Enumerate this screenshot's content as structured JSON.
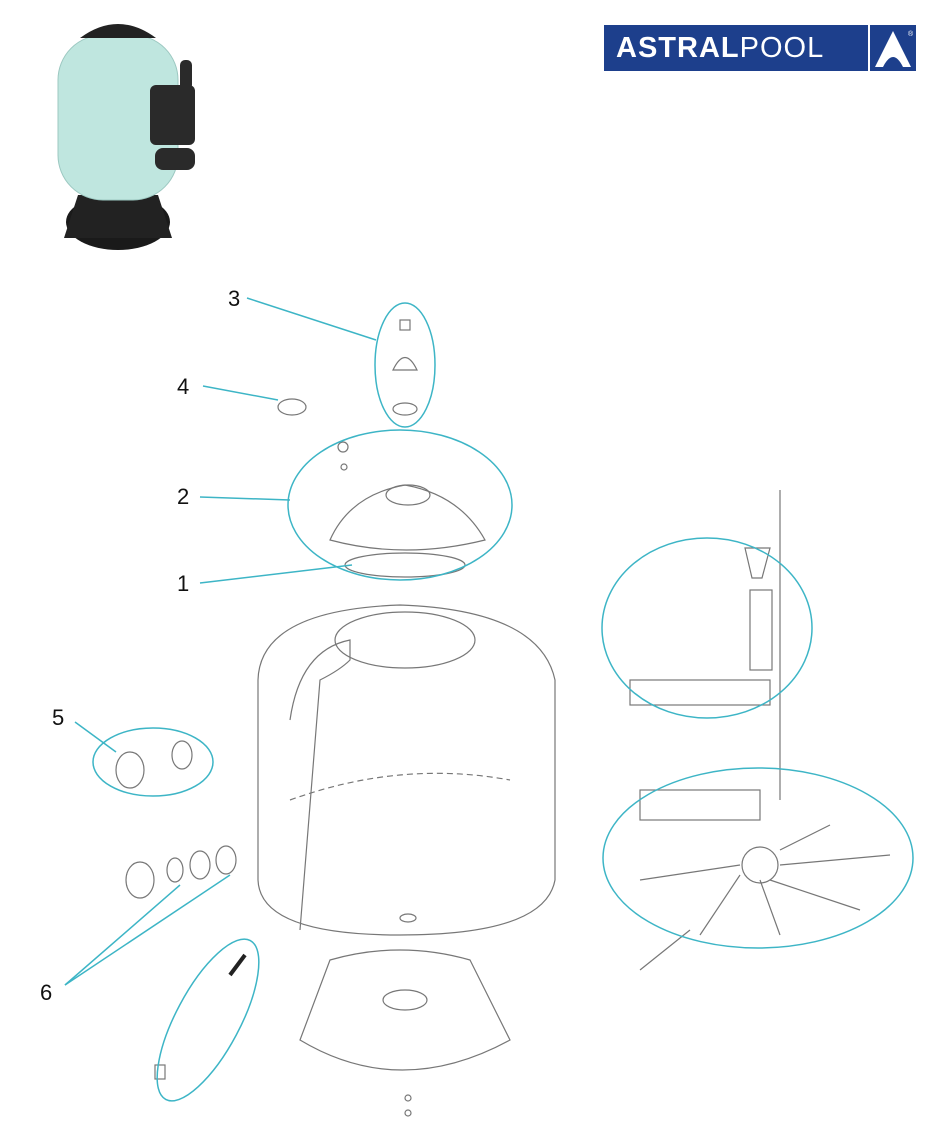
{
  "logo": {
    "brand_bold": "ASTRAL",
    "brand_light": "POOL",
    "registered": "®"
  },
  "callouts": [
    "1",
    "2",
    "3",
    "4",
    "5",
    "6"
  ],
  "colors": {
    "callout": "#3db5c6",
    "logo_bg": "#1d3f8c",
    "tank": "#bfe6df",
    "line": "#777777"
  }
}
